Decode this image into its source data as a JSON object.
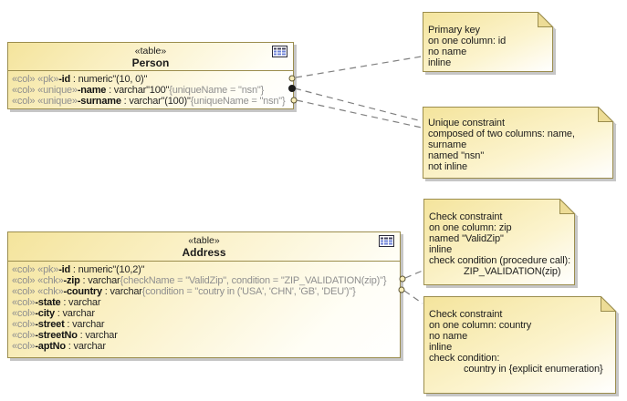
{
  "tables": [
    {
      "stereotype": "«table»",
      "name": "Person",
      "columns": [
        {
          "stereotypes": "«col» «pk»",
          "name": "-id",
          "type": " : numeric\"(10, 0)\"",
          "tags": ""
        },
        {
          "stereotypes": "«col» «unique»",
          "name": "-name",
          "type": " : varchar\"100\"",
          "tags": "{uniqueName = \"nsn\"}"
        },
        {
          "stereotypes": "«col» «unique»",
          "name": "-surname",
          "type": " : varchar\"(100)\"",
          "tags": "{uniqueName = \"nsn\"}"
        }
      ]
    },
    {
      "stereotype": "«table»",
      "name": "Address",
      "columns": [
        {
          "stereotypes": "«col» «pk»",
          "name": "-id",
          "type": " : numeric\"(10,2)\"",
          "tags": ""
        },
        {
          "stereotypes": "«col» «chk»",
          "name": "-zip",
          "type": " : varchar",
          "tags": "{checkName = \"ValidZip\", condition = \"ZIP_VALIDATION(zip)\"}"
        },
        {
          "stereotypes": "«col» «chk»",
          "name": "-country",
          "type": " : varchar",
          "tags": "{condition = \"coutry in ('USA', 'CHN', 'GB', 'DEU')\"}"
        },
        {
          "stereotypes": "«col»",
          "name": "-state",
          "type": " : varchar",
          "tags": ""
        },
        {
          "stereotypes": "«col»",
          "name": "-city",
          "type": " : varchar",
          "tags": ""
        },
        {
          "stereotypes": "«col»",
          "name": "-street",
          "type": " : varchar",
          "tags": ""
        },
        {
          "stereotypes": "«col»",
          "name": "-streetNo",
          "type": " : varchar",
          "tags": ""
        },
        {
          "stereotypes": "«col»",
          "name": "-aptNo",
          "type": " : varchar",
          "tags": ""
        }
      ]
    }
  ],
  "notes": [
    {
      "lines": [
        "Primary key",
        "on one column: id",
        "no name",
        "inline"
      ],
      "indented_line": ""
    },
    {
      "lines": [
        "Unique constraint",
        "composed of two columns: name,",
        "surname",
        "named \"nsn\"",
        "not inline"
      ],
      "indented_line": ""
    },
    {
      "lines": [
        "Check constraint",
        "on one column: zip",
        "named \"ValidZip\"",
        "inline",
        "check condition (procedure call):"
      ],
      "indented_line": "ZIP_VALIDATION(zip)"
    },
    {
      "lines": [
        "Check constraint",
        "on one column: country",
        "no name",
        "inline",
        "check condition:"
      ],
      "indented_line": "country in {explicit enumeration}"
    }
  ],
  "colors": {
    "box_border": "#9b8d4d",
    "fill_top": "#f4e49c",
    "fill_bottom": "#ffffff",
    "fold_flap": "#eddc96",
    "shadow": "#c6c6c6",
    "dash_line": "#7f7f7f",
    "stereotype_gray": "#8f8f8f",
    "icon_blue": "#6f84d8"
  }
}
